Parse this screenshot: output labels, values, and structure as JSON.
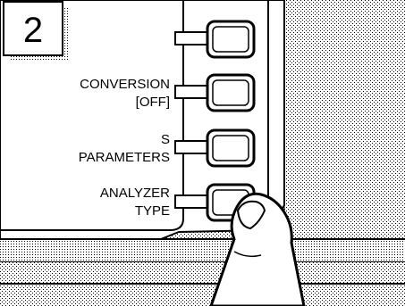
{
  "step_number": "2",
  "softkeys": [
    {
      "lines": []
    },
    {
      "lines": [
        "CONVERSION",
        "[OFF]"
      ]
    },
    {
      "lines": [
        "S",
        "PARAMETERS"
      ]
    },
    {
      "lines": [
        "ANALYZER",
        "TYPE"
      ]
    }
  ],
  "icons": {
    "finger": "finger-press-icon"
  }
}
